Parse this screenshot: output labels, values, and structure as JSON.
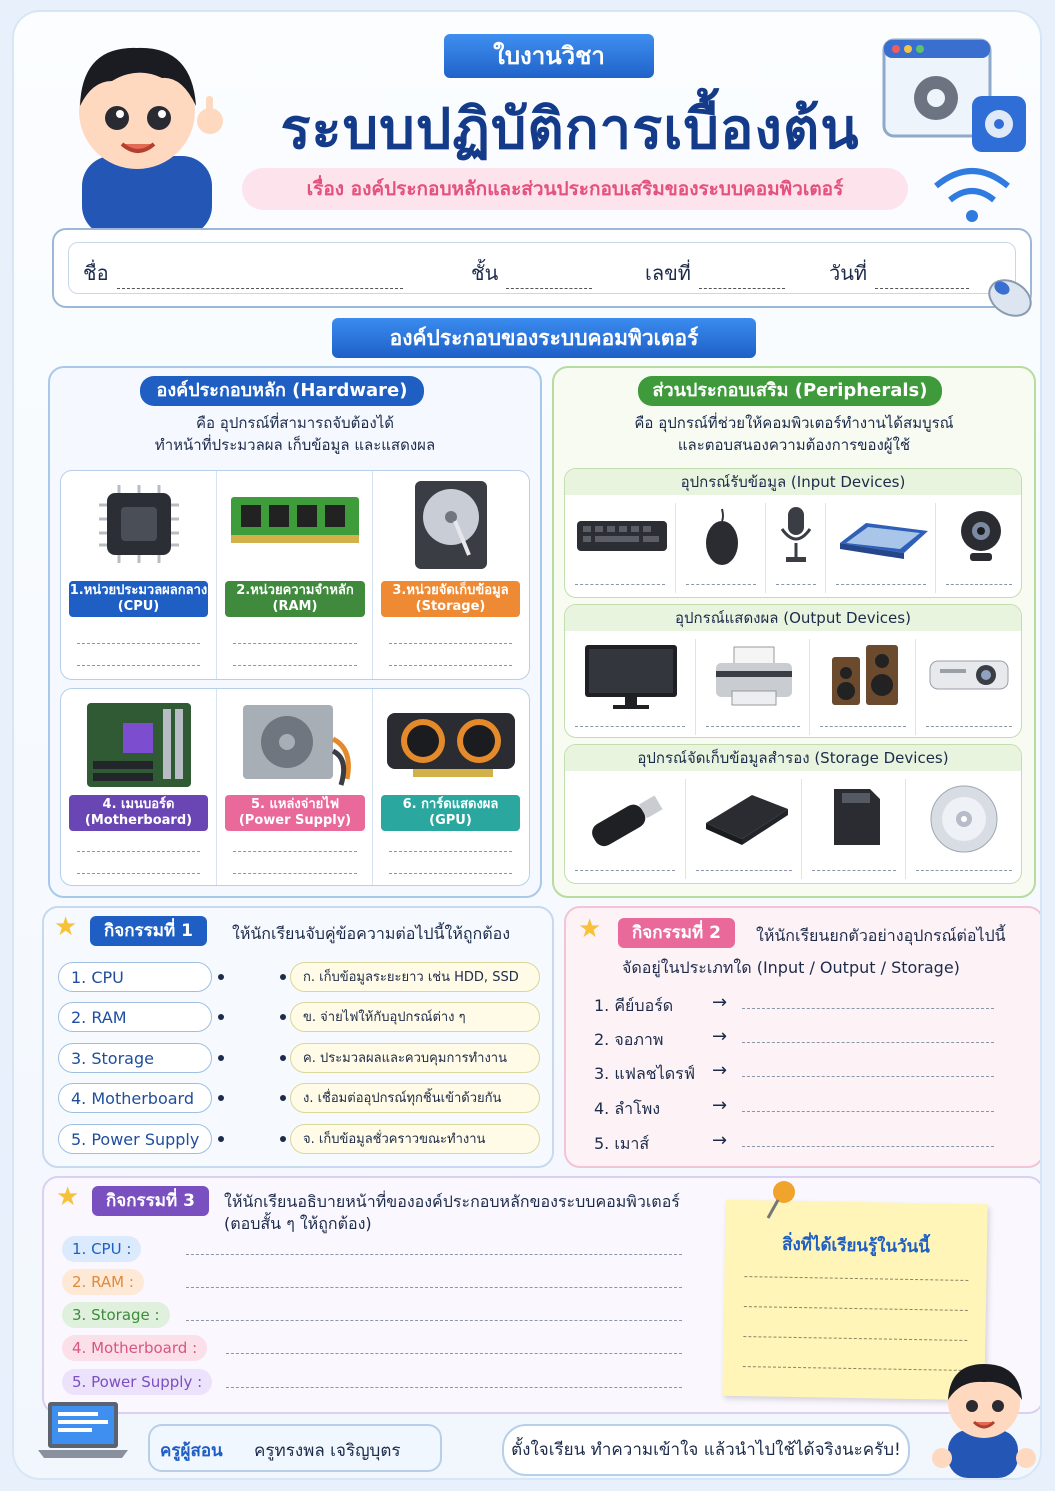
{
  "header": {
    "ribbon": "ใบงานวิชา",
    "title": "ระบบปฏิบัติการเบื้องต้น",
    "subtitle": "เรื่อง องค์ประกอบหลักและส่วนประกอบเสริมของระบบคอมพิวเตอร์"
  },
  "name_fields": [
    "ชื่อ",
    "ชั้น",
    "เลขที่",
    "วันที่"
  ],
  "section_title": "องค์ประกอบของระบบคอมพิวเตอร์",
  "hardware": {
    "title": "องค์ประกอบหลัก (Hardware)",
    "desc1": "คือ อุปกรณ์ที่สามารถจับต้องได้",
    "desc2": "ทำหน้าที่ประมวลผล เก็บข้อมูล และแสดงผล",
    "items": [
      {
        "name": "1.หน่วยประมวลผลกลาง",
        "sub": "(CPU)",
        "color": "#1f5fc4"
      },
      {
        "name": "2.หน่วยความจำหลัก",
        "sub": "(RAM)",
        "color": "#3f8a3c"
      },
      {
        "name": "3.หน่วยจัดเก็บข้อมูล",
        "sub": "(Storage)",
        "color": "#ef8a34"
      },
      {
        "name": "4. เมนบอร์ด",
        "sub": "(Motherboard)",
        "color": "#6a46b5"
      },
      {
        "name": "5. แหล่งจ่ายไฟ",
        "sub": "(Power Supply)",
        "color": "#e8699a"
      },
      {
        "name": "6. การ์ดแสดงผล",
        "sub": "(GPU)",
        "color": "#2aa8a0"
      }
    ]
  },
  "peripherals": {
    "title": "ส่วนประกอบเสริม (Peripherals)",
    "desc1": "คือ อุปกรณ์ที่ช่วยให้คอมพิวเตอร์ทำงานได้สมบูรณ์",
    "desc2": "และตอบสนองความต้องการของผู้ใช้",
    "input_title": "อุปกรณ์รับข้อมูล (Input Devices)",
    "output_title": "อุปกรณ์แสดงผล (Output Devices)",
    "storage_title": "อุปกรณ์จัดเก็บข้อมูลสำรอง (Storage Devices)"
  },
  "activity1": {
    "tag": "กิจกรรมที่ 1",
    "instruction": "ให้นักเรียนจับคู่ข้อความต่อไปนี้ให้ถูกต้อง",
    "left": [
      "1. CPU",
      "2. RAM",
      "3. Storage",
      "4. Motherboard",
      "5. Power Supply"
    ],
    "right": [
      "ก. เก็บข้อมูลระยะยาว เช่น HDD, SSD",
      "ข. จ่ายไฟให้กับอุปกรณ์ต่าง ๆ",
      "ค. ประมวลผลและควบคุมการทำงาน",
      "ง. เชื่อมต่ออุปกรณ์ทุกชิ้นเข้าด้วยกัน",
      "จ. เก็บข้อมูลชั่วคราวขณะทำงาน"
    ]
  },
  "activity2": {
    "tag": "กิจกรรมที่ 2",
    "instruction1": "ให้นักเรียนยกตัวอย่างอุปกรณ์ต่อไปนี้",
    "instruction2": "จัดอยู่ในประเภทใด (Input / Output / Storage)",
    "items": [
      "1. คีย์บอร์ด",
      "2. จอภาพ",
      "3. แฟลชไดรฟ์",
      "4. ลำโพง",
      "5. เมาส์"
    ],
    "arrow": "→"
  },
  "activity3": {
    "tag": "กิจกรรมที่ 3",
    "instruction1": "ให้นักเรียนอธิบายหน้าที่ขององค์ประกอบหลักของระบบคอมพิวเตอร์",
    "instruction2": "(ตอบสั้น ๆ ให้ถูกต้อง)",
    "items": [
      {
        "label": "1. CPU :",
        "color": "#dbeafd",
        "text": "#1f5fc4"
      },
      {
        "label": "2. RAM :",
        "color": "#fde9d6",
        "text": "#e08a3c"
      },
      {
        "label": "3. Storage :",
        "color": "#dff1dc",
        "text": "#3f8a3c"
      },
      {
        "label": "4. Motherboard :",
        "color": "#fbe0ea",
        "text": "#d7567f"
      },
      {
        "label": "5. Power Supply :",
        "color": "#ece2fb",
        "text": "#7a4fc0"
      }
    ]
  },
  "note": {
    "title": "สิ่งที่ได้เรียนรู้ในวันนี้"
  },
  "teacher": {
    "label": "ครูผู้สอน",
    "name": "ครูทรงพล  เจริญบุตร"
  },
  "bubble": "ตั้งใจเรียน ทำความเข้าใจ แล้วนำไปใช้ได้จริงนะครับ!"
}
